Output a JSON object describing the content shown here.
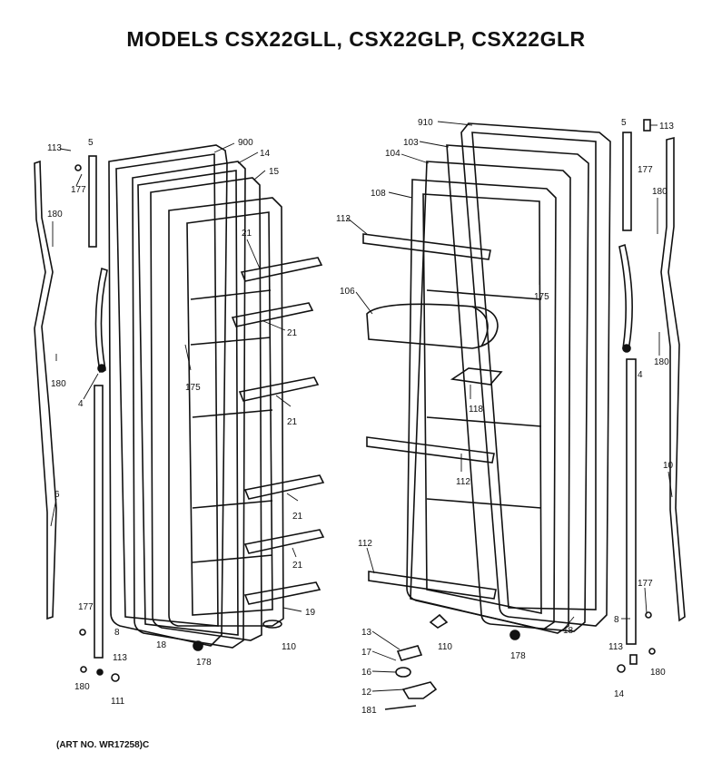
{
  "title": "MODELS CSX22GLL, CSX22GLP, CSX22GLR",
  "art_number": "(ART NO. WR17258)C",
  "part_labels": {
    "p113_top_left": "113",
    "p5_left": "5",
    "p177_left": "177",
    "p180_left_upper": "180",
    "p180_left_lower": "180",
    "p4_left": "4",
    "p6": "6",
    "p900": "900",
    "p14_top": "14",
    "p15": "15",
    "p21_a": "21",
    "p21_b": "21",
    "p21_c": "21",
    "p21_d": "21",
    "p21_e": "21",
    "p175_left": "175",
    "p19": "19",
    "p110_left": "110",
    "p178_left": "178",
    "p18_left": "18",
    "p8_left": "8",
    "p177_bottom_left": "177",
    "p113_bottom_left": "113",
    "p180_bottom_left": "180",
    "p111": "111",
    "p910": "910",
    "p103": "103",
    "p104": "104",
    "p108": "108",
    "p112_a": "112",
    "p106": "106",
    "p175_right": "175",
    "p118": "118",
    "p112_b": "112",
    "p112_c": "112",
    "p110_right": "110",
    "p178_right": "178",
    "p18_right": "18",
    "p13": "13",
    "p17": "17",
    "p16": "16",
    "p12": "12",
    "p181": "181",
    "p5_right": "5",
    "p113_top_right": "113",
    "p177_right": "177",
    "p180_right_upper": "180",
    "p4_right": "4",
    "p180_right_mid": "180",
    "p10": "10",
    "p177_bottom_right": "177",
    "p8_right": "8",
    "p113_bottom_right": "113",
    "p14_bottom": "14",
    "p180_bottom_right": "180"
  }
}
